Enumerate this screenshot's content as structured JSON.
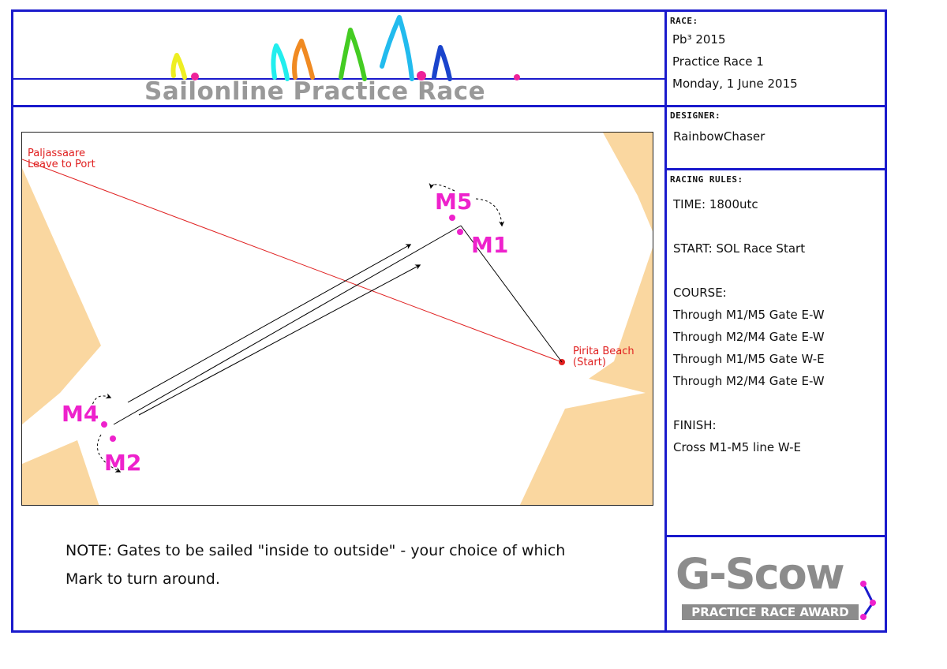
{
  "banner": {
    "title": "Sailonline Practice Race"
  },
  "info": {
    "race_heading": "RACE:",
    "race_lines": [
      "Pb³ 2015",
      "Practice Race 1",
      "Monday, 1 June 2015"
    ],
    "designer_heading": "DESIGNER:",
    "designer": "RainbowChaser",
    "rules_heading": "RACING RULES:",
    "rules": {
      "time": "TIME: 1800utc",
      "start": "START:  SOL Race Start",
      "course_heading": "COURSE:",
      "course": [
        "Through M1/M5 Gate E-W",
        "Through M2/M4 Gate E-W",
        "Through M1/M5 Gate W-E",
        "Through M2/M4 Gate E-W"
      ],
      "finish_heading": "FINISH:",
      "finish": "Cross M1-M5 line W-E"
    }
  },
  "map": {
    "paljassaare": [
      "Paljassaare",
      "Leave to Port"
    ],
    "pirita": [
      "Pirita Beach",
      "(Start)"
    ],
    "marks": [
      "M5",
      "M1",
      "M4",
      "M2"
    ],
    "colors": {
      "land": "#fad7a0",
      "mark": "#ee22cc",
      "red_line": "#e02020",
      "route": "#000000"
    }
  },
  "note": {
    "line1": "NOTE: Gates to be sailed \"inside to outside\" - your choice of which",
    "line2": "Mark to turn around."
  },
  "logo": {
    "name": "G-Scow",
    "award": "PRACTICE RACE AWARD"
  },
  "colors": {
    "frame": "#1a1acc",
    "banner_text": "#999999"
  }
}
